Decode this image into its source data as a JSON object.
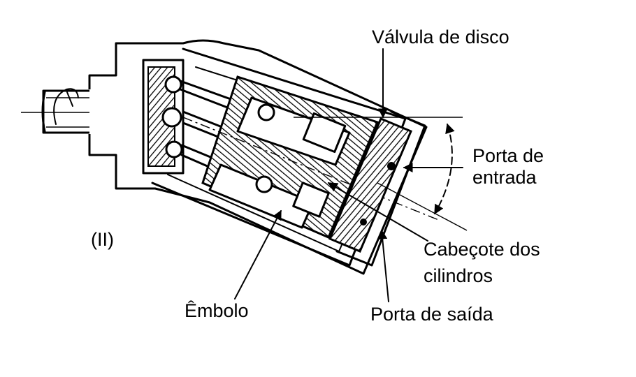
{
  "figure_label": "(II)",
  "labels": {
    "disc_valve": "Válvula de disco",
    "inlet_port_line1": "Porta de",
    "inlet_port_line2": "entrada",
    "cylinder_head_line1": "Cabeçote dos",
    "cylinder_head_line2": "cilindros",
    "outlet_port": "Porta de saída",
    "piston": "Êmbolo"
  }
}
